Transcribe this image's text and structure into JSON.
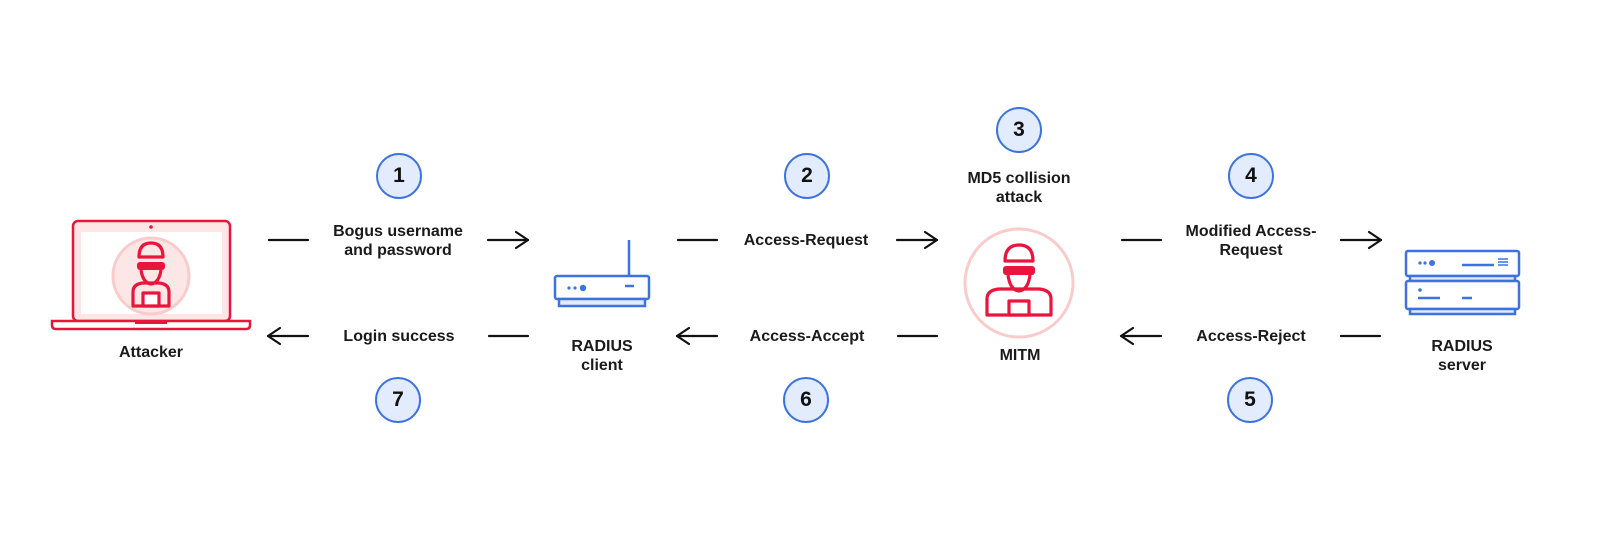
{
  "nodes": {
    "attacker": {
      "label": "Attacker"
    },
    "radius_client": {
      "label": "RADIUS\nclient"
    },
    "mitm": {
      "label": "MITM"
    },
    "radius_server": {
      "label": "RADIUS\nserver"
    }
  },
  "messages": {
    "m1": {
      "step": "1",
      "text": "Bogus username\nand password"
    },
    "m2": {
      "step": "2",
      "text": "Access-Request"
    },
    "m3": {
      "step": "3",
      "text": "MD5 collision\nattack"
    },
    "m4": {
      "step": "4",
      "text": "Modified Access-\nRequest"
    },
    "m5": {
      "step": "5",
      "text": "Access-Reject"
    },
    "m6": {
      "step": "6",
      "text": "Access-Accept"
    },
    "m7": {
      "step": "7",
      "text": "Login success"
    }
  },
  "colors": {
    "attacker_red": "#e8163c",
    "device_blue": "#3d73e0",
    "step_fill": "#e3ecfc",
    "halo_pink": "#f9cccc"
  }
}
